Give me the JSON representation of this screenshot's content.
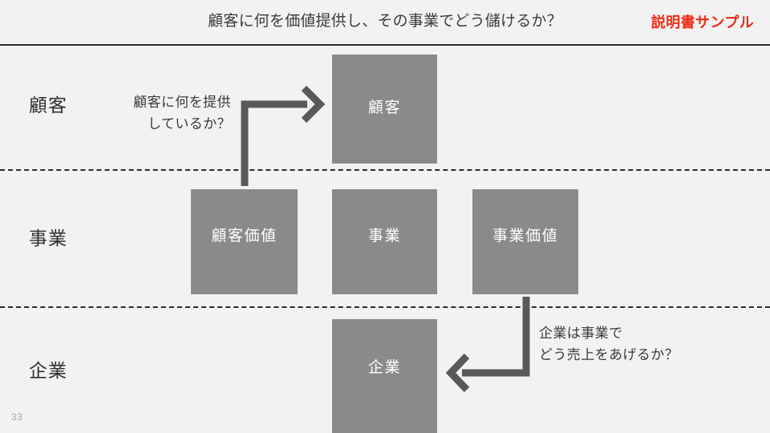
{
  "header": {
    "title": "顧客に何を価値提供し、その事業でどう儲けるか？",
    "badge": "説明書サンプル",
    "badge_color": "#f02b17",
    "rule_color": "#2a2a2a"
  },
  "theme": {
    "background": "#f2f2f2",
    "box_fill": "#8a8a8a",
    "box_text": "#ffffff",
    "arrow_color": "#595959",
    "divider_color": "#2b2b2b",
    "body_text": "#3a3a3a"
  },
  "rows": [
    {
      "id": "customer",
      "label": "顧客"
    },
    {
      "id": "business",
      "label": "事業"
    },
    {
      "id": "enterprise",
      "label": "企業"
    }
  ],
  "boxes": [
    {
      "id": "customer",
      "label": "顧客"
    },
    {
      "id": "cust-value",
      "label": "顧客価値"
    },
    {
      "id": "business",
      "label": "事業"
    },
    {
      "id": "biz-value",
      "label": "事業価値"
    },
    {
      "id": "enterprise",
      "label": "企業"
    }
  ],
  "annotations": {
    "top": {
      "line1": "顧客に何を提供",
      "line2": "しているか？"
    },
    "bottom": {
      "line1": "企業は事業で",
      "line2": "どう売上をあげるか？"
    }
  },
  "arrows": [
    {
      "id": "arrow-top",
      "direction": "right",
      "from": "顧客価値",
      "to": "顧客"
    },
    {
      "id": "arrow-bottom",
      "direction": "left",
      "from": "事業価値",
      "to": "企業"
    }
  ],
  "footer": {
    "page_number": "33"
  }
}
